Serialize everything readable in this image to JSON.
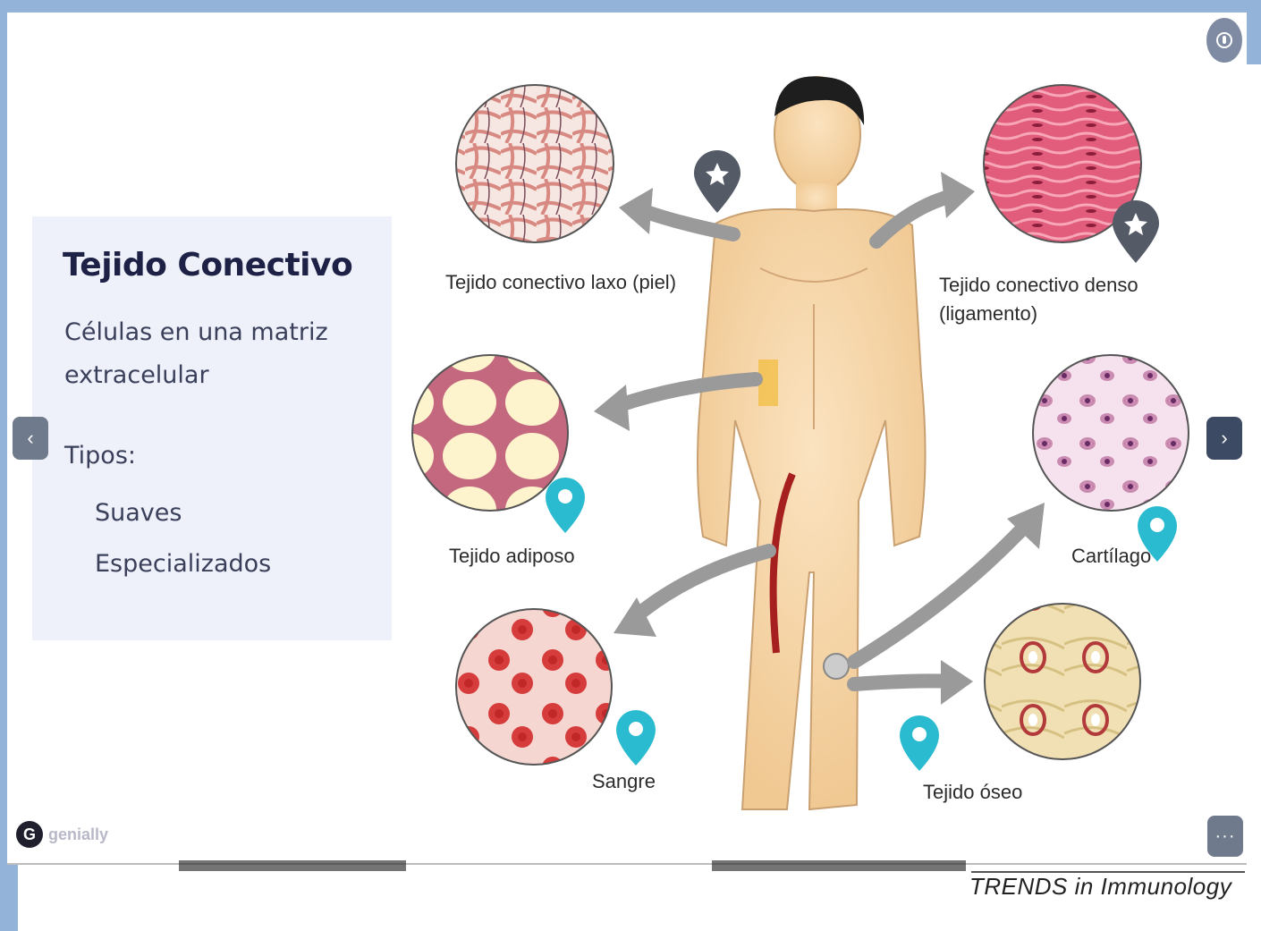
{
  "info_card": {
    "title": "Tejido Conectivo",
    "subtitle": "Células en una matriz extracelular",
    "types_label": "Tipos:",
    "types": [
      "Suaves",
      "Especializados"
    ]
  },
  "diagram": {
    "labels": {
      "laxo": "Tejido conectivo laxo (piel)",
      "denso_1": "Tejido conectivo denso",
      "denso_2": "(ligamento)",
      "adiposo": "Tejido adiposo",
      "cartilago": "Cartílago",
      "sangre": "Sangre",
      "oseo": "Tejido óseo"
    },
    "pin_colors": {
      "star": "#555b66",
      "drop": "#2bbbd0"
    }
  },
  "footer": {
    "brand": "genially",
    "credit": "TRENDS in Immunology"
  },
  "controls": {
    "prev_icon": "‹",
    "next_icon": "›",
    "more_icon": "···"
  },
  "colors": {
    "frame": "#93b3d9",
    "card_bg": "#eef0fa",
    "title": "#1d2145"
  }
}
